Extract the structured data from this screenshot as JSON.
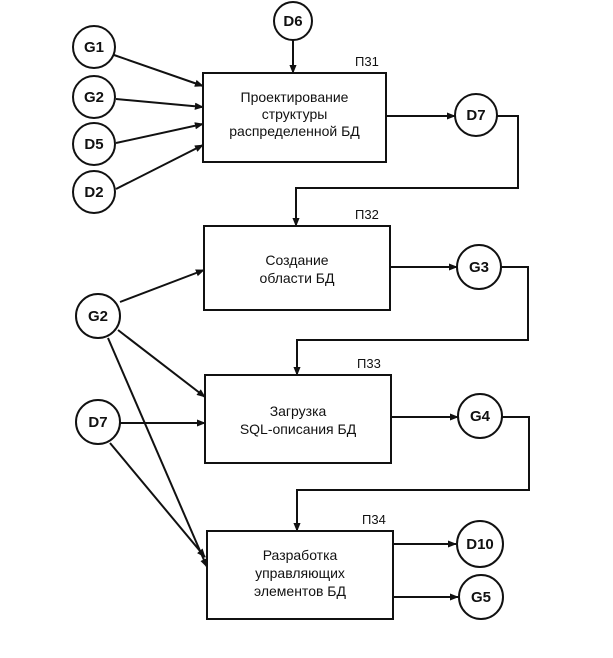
{
  "nodes": {
    "d6": "D6",
    "g1": "G1",
    "g2_top": "G2",
    "d5": "D5",
    "d2": "D2",
    "d7_out": "D7",
    "g3": "G3",
    "g2_mid": "G2",
    "d7_in": "D7",
    "g4": "G4",
    "d10": "D10",
    "g5": "G5"
  },
  "processes": [
    {
      "id": "П31",
      "lines": [
        "Проектирование",
        "структуры",
        "распределенной БД"
      ]
    },
    {
      "id": "П32",
      "lines": [
        "Создание",
        "области БД"
      ]
    },
    {
      "id": "П33",
      "lines": [
        "Загрузка",
        "SQL-описания БД"
      ]
    },
    {
      "id": "П34",
      "lines": [
        "Разработка",
        "управляющих",
        "элементов  БД"
      ]
    }
  ]
}
